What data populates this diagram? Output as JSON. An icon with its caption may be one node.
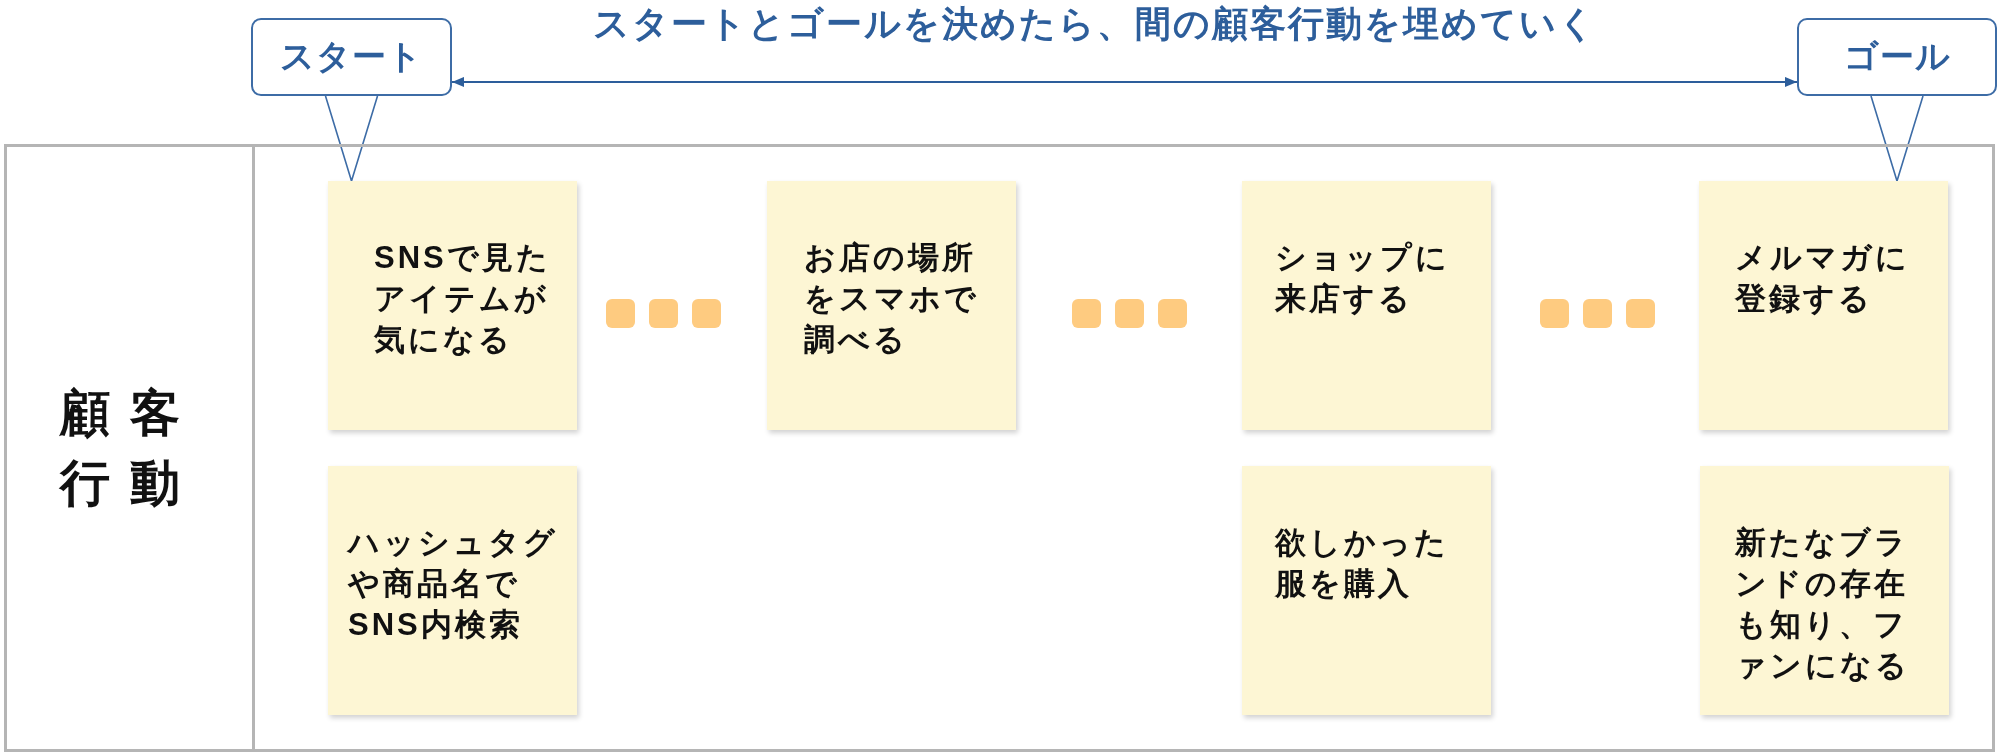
{
  "diagram": {
    "title": "スタートとゴールを決めたら、間の顧客行動を埋めていく",
    "nodes": [
      {
        "text": [
          "スタート"
        ]
      },
      {
        "text": [
          "ゴール"
        ]
      },
      {
        "text": [
          "顧客行動"
        ]
      },
      {
        "text": [
          "SNSで見たアイテムが気になる"
        ],
        "in": 2
      },
      {
        "text": [
          "お店の場所をスマホで調べる"
        ],
        "in": 2
      },
      {
        "text": [
          "ショップに来店する"
        ],
        "in": 2
      },
      {
        "text": [
          "メルマガに登録する"
        ],
        "in": 2
      },
      {
        "text": [
          "ハッシュタグや商品名でSNS内検索"
        ],
        "in": 2
      },
      {
        "text": [
          "欲しかった服を購入"
        ],
        "in": 2
      },
      {
        "text": [
          "新たなブランドの存在も知り、ファンになる"
        ],
        "in": 2
      }
    ],
    "edges": [
      {
        "from": 0,
        "to": 3,
        "arrow": "none"
      },
      {
        "from": 1,
        "to": 6,
        "arrow": "none"
      },
      {
        "from": 0,
        "to": 1,
        "arrow": "both"
      }
    ]
  }
}
